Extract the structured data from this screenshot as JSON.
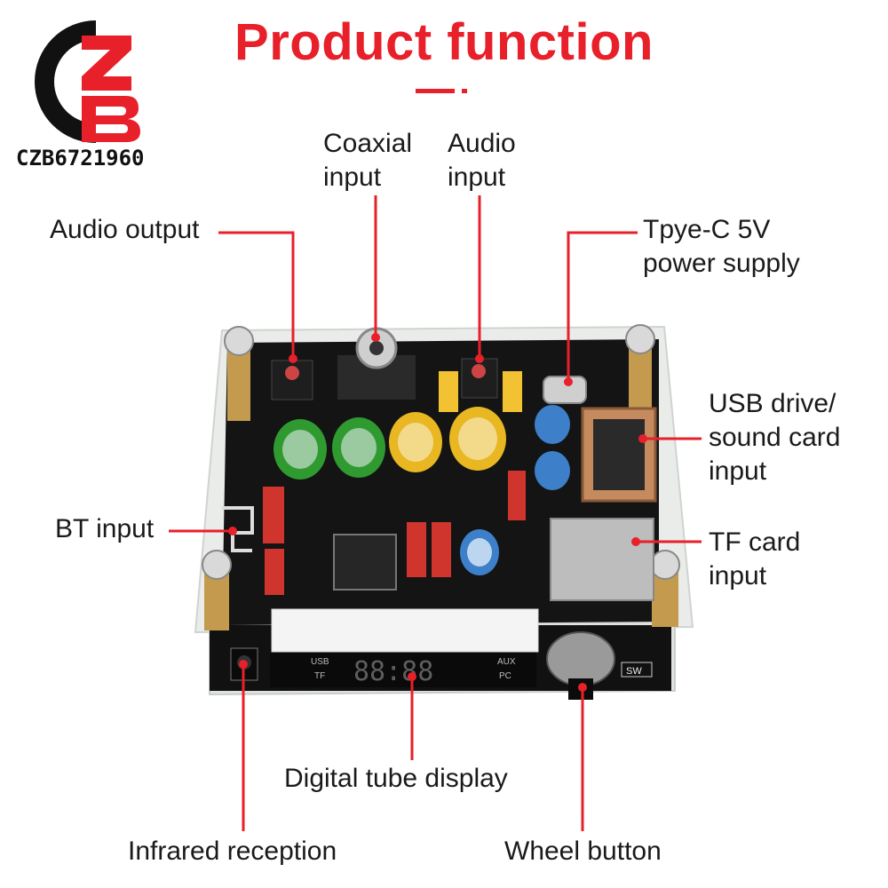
{
  "brand": {
    "logo": "CZB",
    "text": "CZB6721960"
  },
  "title": "Product function",
  "labels": {
    "audio_output": "Audio output",
    "coaxial_input_1": "Coaxial",
    "coaxial_input_2": "input",
    "audio_input_1": "Audio",
    "audio_input_2": "input",
    "typec_1": "Tpye-C 5V",
    "typec_2": "power supply",
    "usb_1": "USB drive/",
    "usb_2": "sound card",
    "usb_3": "input",
    "bt_input": "BT input",
    "tf_1": "TF card",
    "tf_2": "input",
    "digital_tube": "Digital tube display",
    "infrared": "Infrared reception",
    "wheel": "Wheel button"
  },
  "board": {
    "display_digits": "88:88",
    "left_top": "USB",
    "left_bottom": "TF",
    "right_top": "AUX",
    "right_bottom": "PC",
    "sw": "SW"
  },
  "colors": {
    "accent": "#e8202a",
    "board": "#111111"
  }
}
